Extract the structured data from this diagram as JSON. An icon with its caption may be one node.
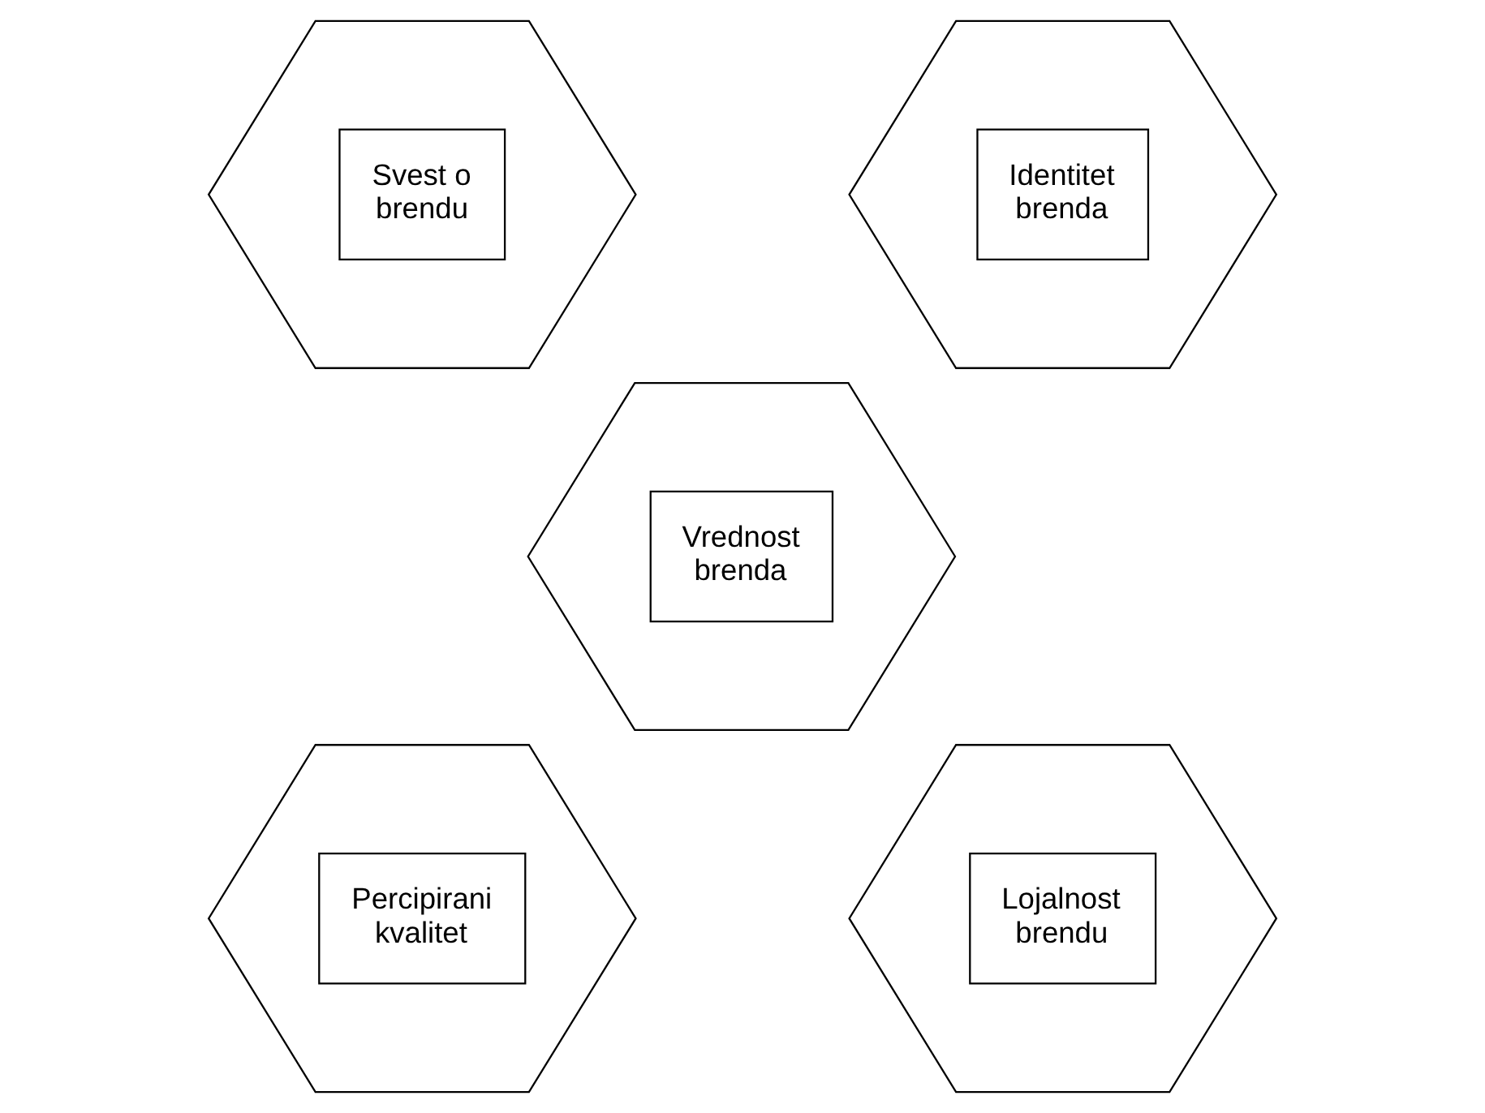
{
  "diagram": {
    "nodes": [
      {
        "text": [
          "Svest o brendu"
        ]
      },
      {
        "text": [
          "Identitet brenda"
        ]
      },
      {
        "text": [
          "Vrednost brenda"
        ]
      },
      {
        "text": [
          "Percipirani kvalitet"
        ]
      },
      {
        "text": [
          "Lojalnost brendu"
        ]
      }
    ]
  }
}
